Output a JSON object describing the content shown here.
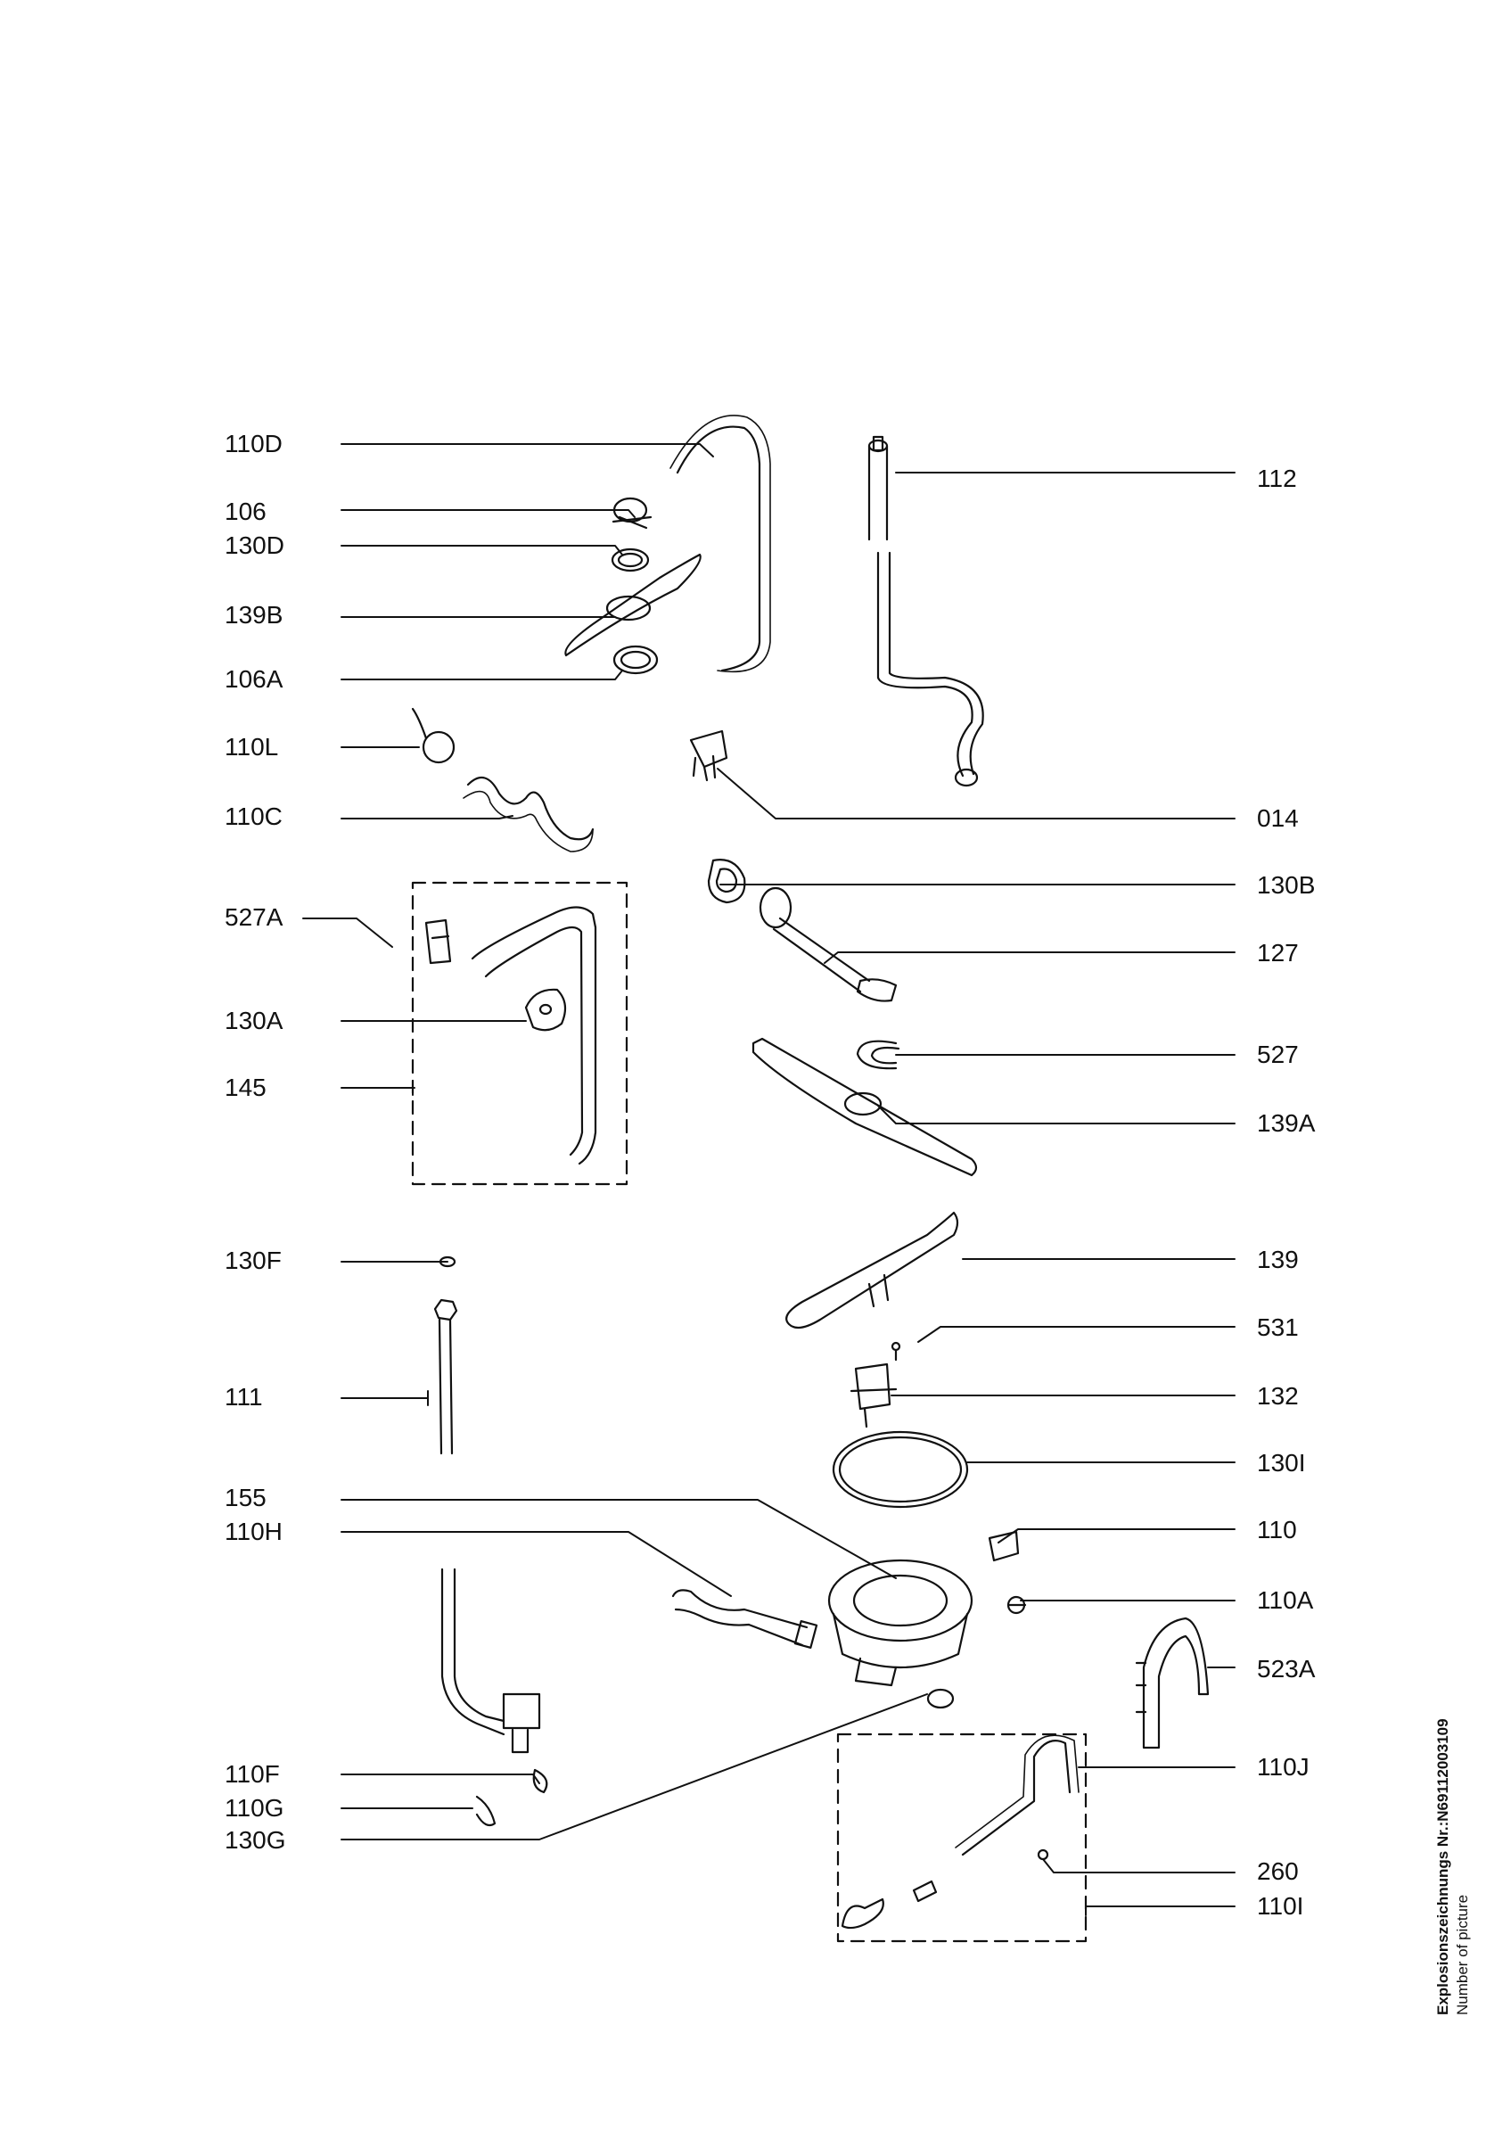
{
  "labels_left": [
    "110D",
    "106",
    "130D",
    "139B",
    "106A",
    "110L",
    "110C",
    "527A",
    "130A",
    "145",
    "130F",
    "111",
    "155",
    "110H",
    "110F",
    "110G",
    "130G"
  ],
  "labels_right": [
    "112",
    "014",
    "130B",
    "127",
    "527",
    "139A",
    "139",
    "531",
    "132",
    "130I",
    "110",
    "110A",
    "523A",
    "110J",
    "260",
    "110I"
  ],
  "footer": {
    "line1": "Explosionszeichnungs Nr.:N6911200310​9",
    "line2": "Number of picture"
  }
}
